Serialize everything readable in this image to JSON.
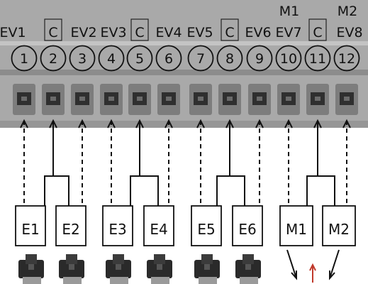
{
  "terminal_labels": [
    "EV1",
    "C",
    "EV2",
    "EV3",
    "C",
    "EV4",
    "EV5",
    "C",
    "EV6",
    "EV7",
    "C",
    "EV8"
  ],
  "motor_labels": [
    "M1",
    "M2"
  ],
  "terminal_numbers": [
    "1",
    "2",
    "3",
    "4",
    "5",
    "6",
    "7",
    "8",
    "9",
    "10",
    "11",
    "12"
  ],
  "devices": [
    "E1",
    "E2",
    "E3",
    "E4",
    "E5",
    "E6",
    "M1",
    "M2"
  ],
  "colors": {
    "terminal_block": "#a9a9a9",
    "block_shadow": "#8c8c8c",
    "screw": "#2f2f2f",
    "line": "#111111"
  },
  "icons": [
    "solenoid-valve-icon",
    "motor-arrow-icon"
  ]
}
